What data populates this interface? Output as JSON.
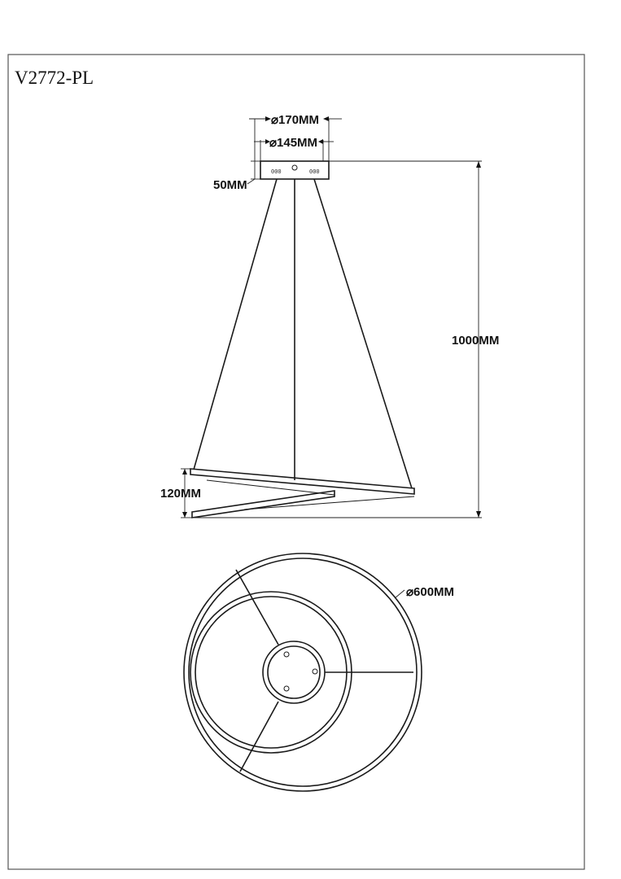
{
  "model_code": "V2772-PL",
  "dimensions": {
    "canopy_outer_diameter": "⌀170MM",
    "canopy_inner_diameter": "⌀145MM",
    "canopy_height": "50MM",
    "total_drop": "1000MM",
    "ring_stack_height": "120MM",
    "ring_diameter": "⌀600MM"
  },
  "canopy_marks": {
    "left_screws": "000",
    "right_screws": "000"
  }
}
